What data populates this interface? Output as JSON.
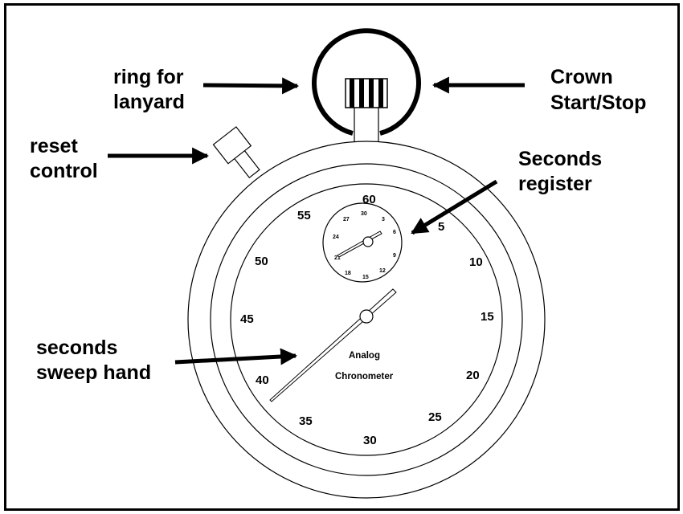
{
  "callouts": {
    "ring": [
      "ring for",
      "lanyard"
    ],
    "crown": [
      "Crown",
      "Start/Stop"
    ],
    "reset": [
      "reset",
      "control"
    ],
    "seconds_register": [
      "Seconds",
      "register"
    ],
    "sweep": [
      "seconds",
      "sweep hand"
    ]
  },
  "dial": {
    "main_numbers": [
      "5",
      "10",
      "15",
      "20",
      "25",
      "30",
      "35",
      "40",
      "45",
      "50",
      "55",
      "60"
    ],
    "sub_numbers": [
      "3",
      "6",
      "9",
      "12",
      "15",
      "18",
      "21",
      "24",
      "27",
      "30"
    ],
    "brand": [
      "Analog",
      "Chronometer"
    ]
  }
}
